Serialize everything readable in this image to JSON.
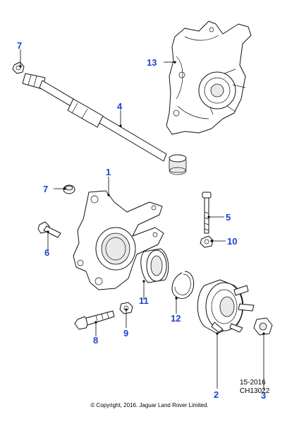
{
  "callouts": [
    {
      "id": "1",
      "label": "1"
    },
    {
      "id": "2",
      "label": "2"
    },
    {
      "id": "3",
      "label": "3"
    },
    {
      "id": "4",
      "label": "4"
    },
    {
      "id": "5",
      "label": "5"
    },
    {
      "id": "6",
      "label": "6"
    },
    {
      "id": "7a",
      "label": "7"
    },
    {
      "id": "7b",
      "label": "7"
    },
    {
      "id": "8",
      "label": "8"
    },
    {
      "id": "9",
      "label": "9"
    },
    {
      "id": "10",
      "label": "10"
    },
    {
      "id": "11",
      "label": "11"
    },
    {
      "id": "12",
      "label": "12"
    },
    {
      "id": "13",
      "label": "13"
    }
  ],
  "footer": {
    "ref_code_1": "15-2016",
    "ref_code_2": "CH13022",
    "copyright": "© Copyright, 2016. Jaguar Land Rover Limited."
  },
  "colors": {
    "callout": "#1f3fd1",
    "line": "#111111",
    "background": "#ffffff"
  }
}
